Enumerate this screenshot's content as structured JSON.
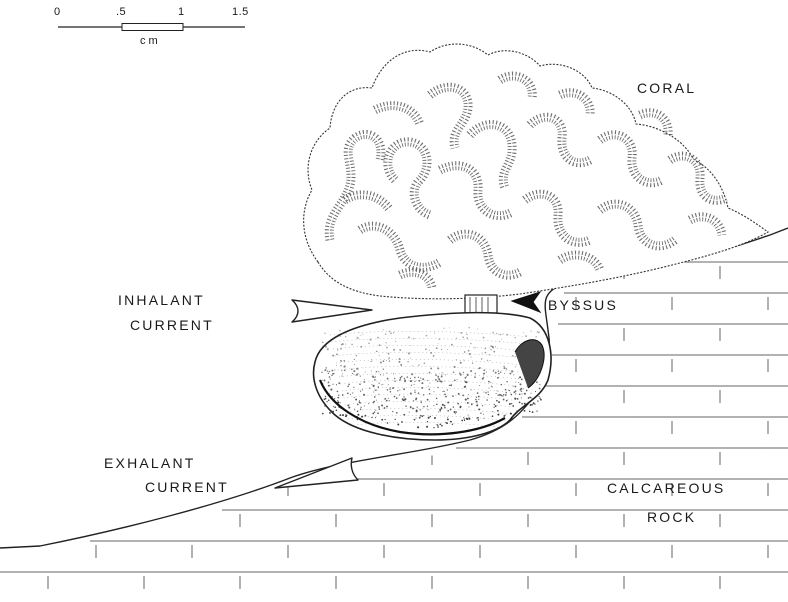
{
  "scale_bar": {
    "ticks": [
      "0",
      ".5",
      "1",
      "1.5"
    ],
    "unit": "cm"
  },
  "labels": {
    "coral": "CORAL",
    "inhalant": [
      "INHALANT",
      "CURRENT"
    ],
    "byssus": "BYSSUS",
    "exhalant": [
      "EXHALANT",
      "CURRENT"
    ],
    "rock": [
      "CALCAREOUS",
      "ROCK"
    ]
  }
}
